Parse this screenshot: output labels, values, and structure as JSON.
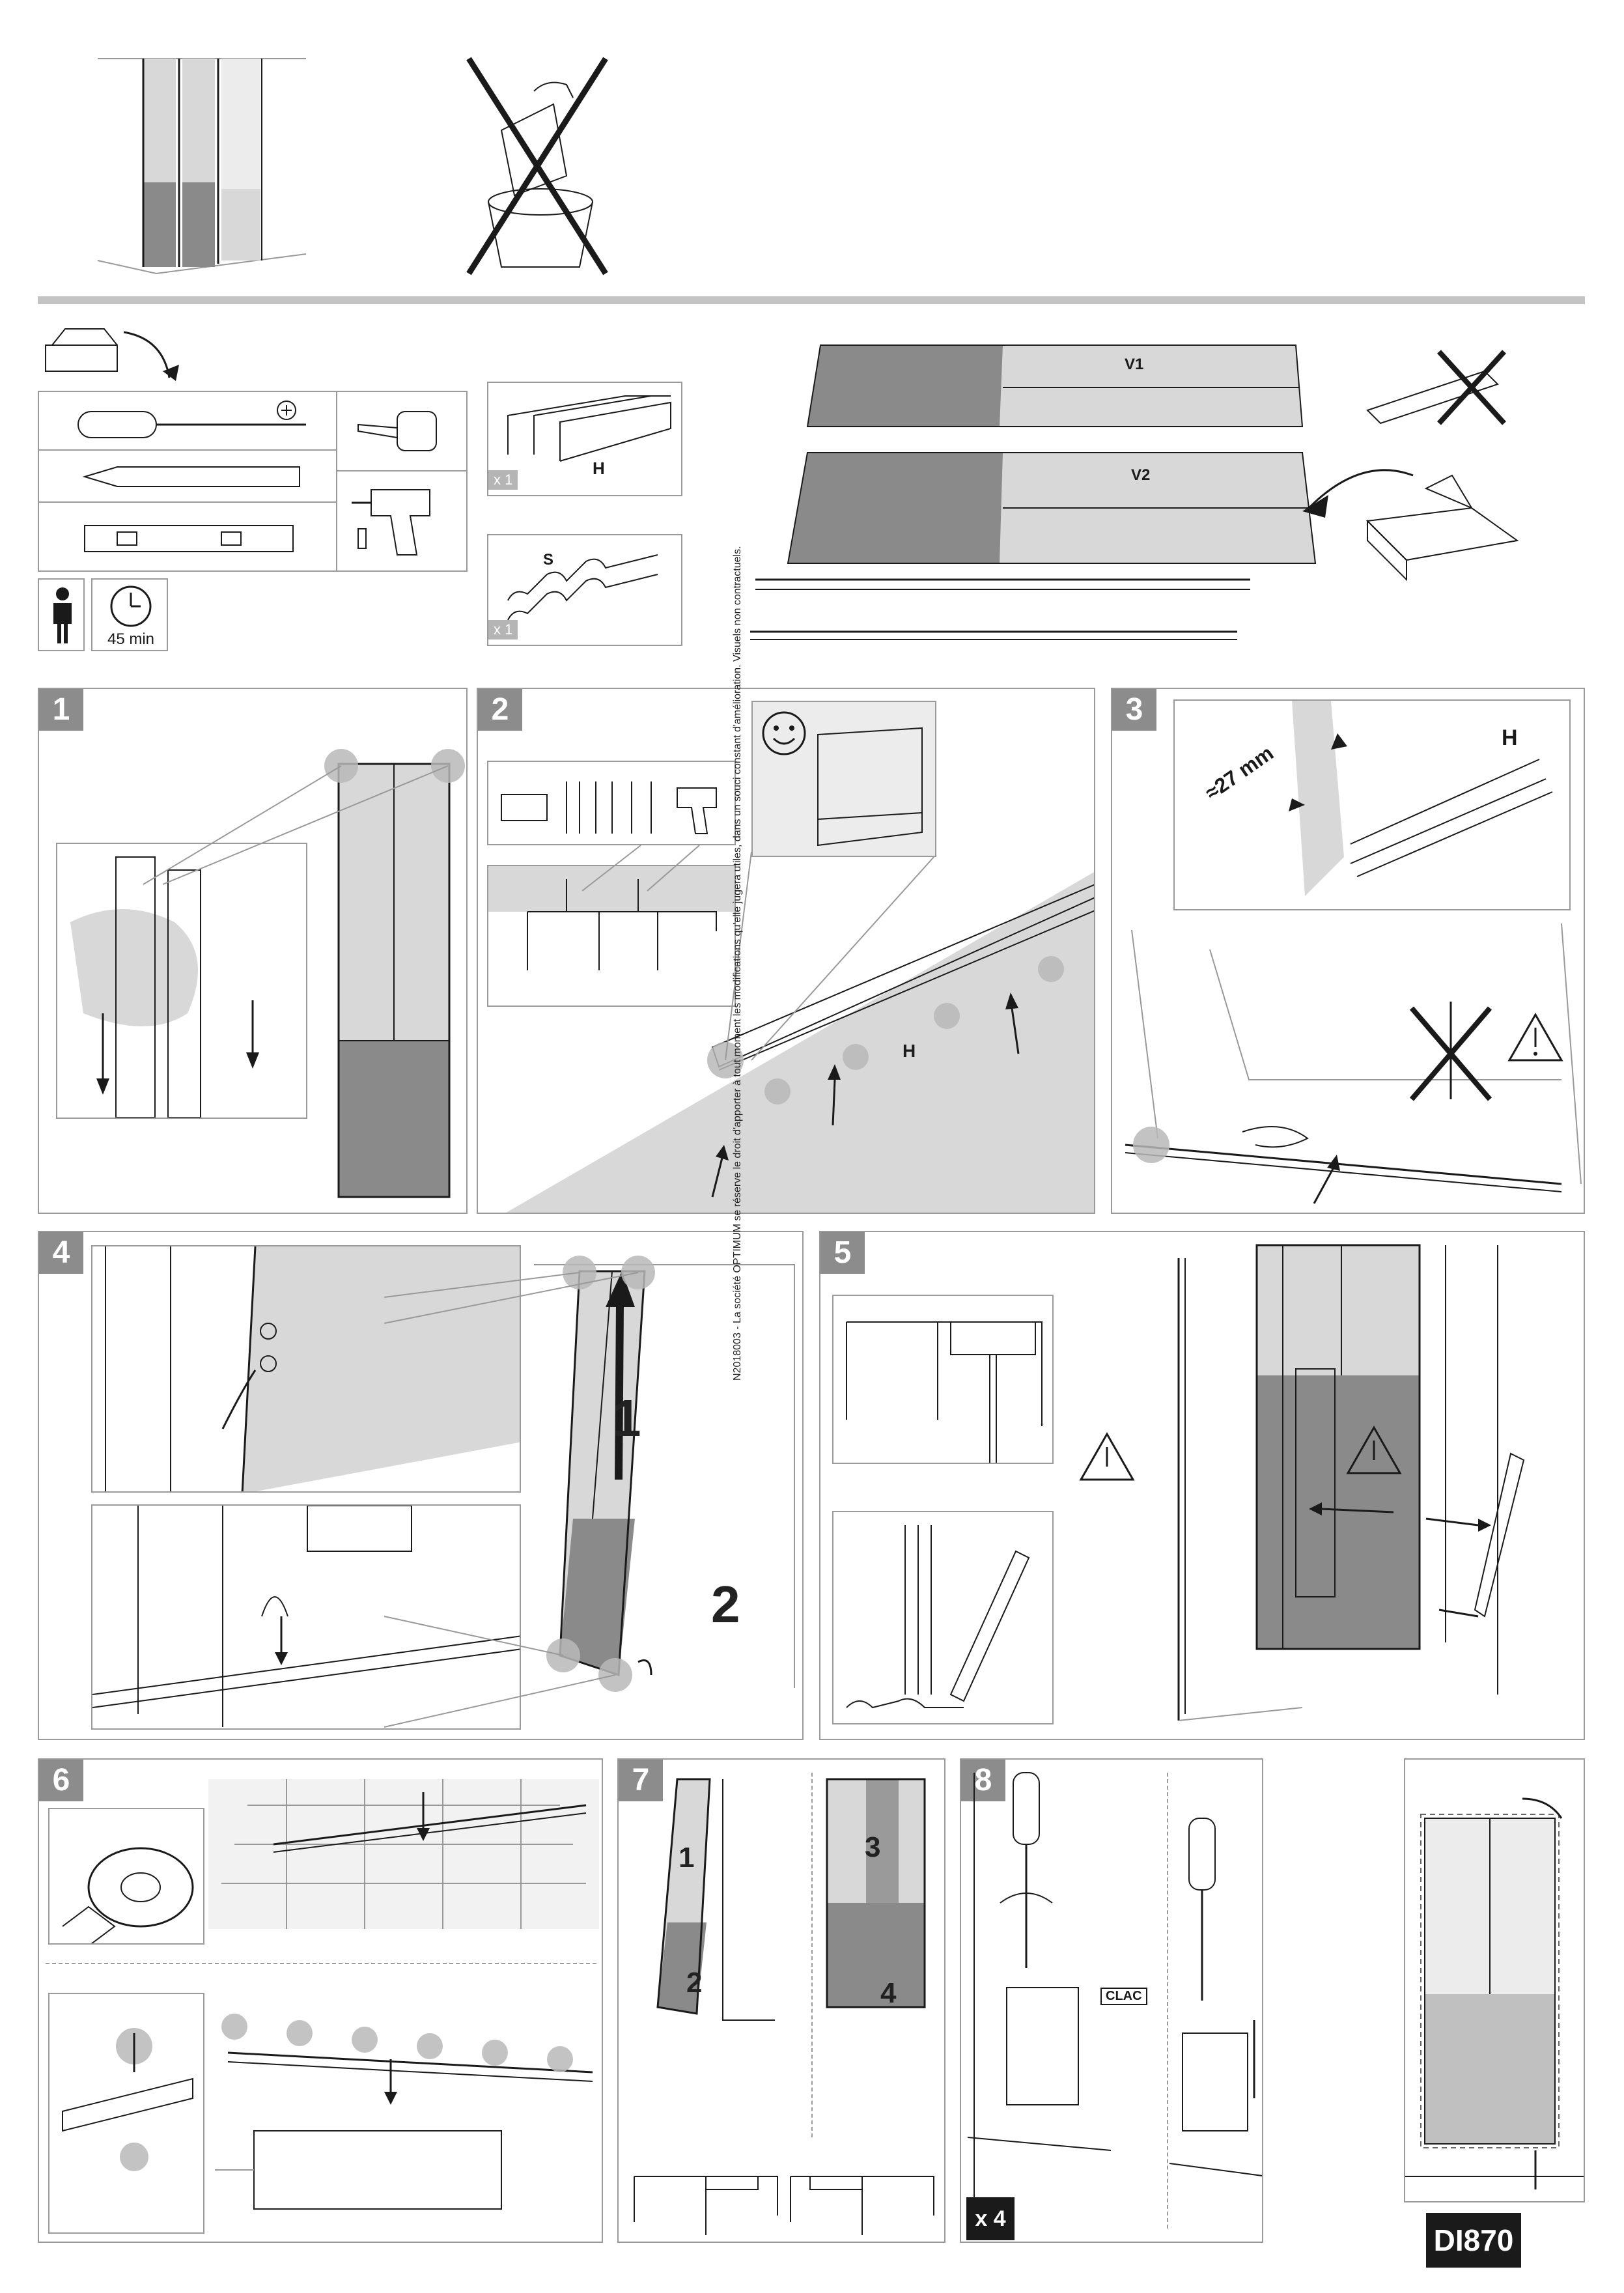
{
  "header": {
    "dont_discard_icon": "crossed-waste-bin"
  },
  "contents": {
    "rail_top_label": "H",
    "rail_top_qty": "x 1",
    "rail_bottom_label": "S",
    "rail_bottom_qty": "x 1",
    "door_1_label": "V1",
    "door_2_label": "V2",
    "duration": "45 min",
    "persons_icon": "one-person"
  },
  "steps": [
    {
      "number": "1"
    },
    {
      "number": "2",
      "rail_label": "H"
    },
    {
      "number": "3",
      "dimension": "≈27 mm",
      "rail_label": "H"
    },
    {
      "number": "4",
      "order_1": "1",
      "order_2": "2"
    },
    {
      "number": "5"
    },
    {
      "number": "6"
    },
    {
      "number": "7",
      "a_1": "1",
      "a_2": "2",
      "b_1": "3",
      "b_2": "4"
    },
    {
      "number": "8",
      "sound": "CLAC",
      "quantity": "x 4"
    }
  ],
  "footer": {
    "model": "DI870",
    "legal_note": "N2018003 - La société OPTIMUM se réserve le droit d'apporter à tout moment les modifications qu'elle jugera utiles, dans un souci constant d'amélioration. Visuels non contractuels."
  },
  "colors": {
    "panel_grey": "#8a8a8a",
    "light_grey": "#d8d8d8",
    "frame_border": "#9a9a9a",
    "step_badge": "#8c8c8c"
  }
}
